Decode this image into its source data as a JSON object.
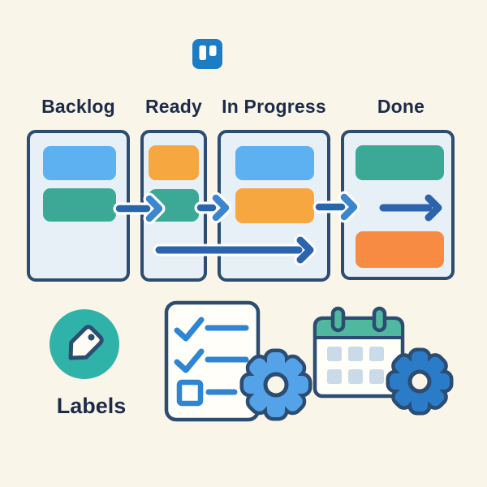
{
  "colors": {
    "bg": "#faf5e9",
    "column_bg": "#e7f0f6",
    "outline_navy": "#2c4c71",
    "text_navy": "#1d2b49",
    "card_blue": "#5db1f0",
    "card_teal": "#3ba996",
    "card_orange": "#f7a73f",
    "card_deep_orange": "#f78b43",
    "arrow_shaft": "#2765ad",
    "arrow_head": "#3c85cf",
    "long_arrow": "#2b64ad",
    "logo_blue": "#1c7cc4",
    "check_blue": "#2d85d3",
    "gear_light_fill": "#54a2e7",
    "gear_dark_fill": "#2a7cc9",
    "labels_circle": "#2fb3a9",
    "tag_fill": "#fcfcf4",
    "doc_fill": "#fffef8",
    "calendar_band": "#50b89f",
    "calendar_cell": "#c9dbe8"
  },
  "icons": {
    "logo": "trello-board-icon",
    "labels": "tag-icon",
    "checklist": "checklist-icon",
    "calendar": "calendar-icon",
    "automation": "gear-icon",
    "flow": "arrow-right-icon"
  },
  "board": {
    "columns": [
      {
        "label": "Backlog",
        "cards": [
          {
            "color": "blue"
          },
          {
            "color": "teal"
          }
        ]
      },
      {
        "label": "Ready",
        "cards": [
          {
            "color": "orange"
          },
          {
            "color": "teal"
          }
        ]
      },
      {
        "label": "In Progress",
        "cards": [
          {
            "color": "blue"
          },
          {
            "color": "orange"
          }
        ]
      },
      {
        "label": "Done",
        "cards": [
          {
            "color": "teal"
          },
          {
            "color": "deep_orange"
          }
        ]
      }
    ]
  },
  "features": {
    "labels": {
      "label": "Labels"
    }
  }
}
